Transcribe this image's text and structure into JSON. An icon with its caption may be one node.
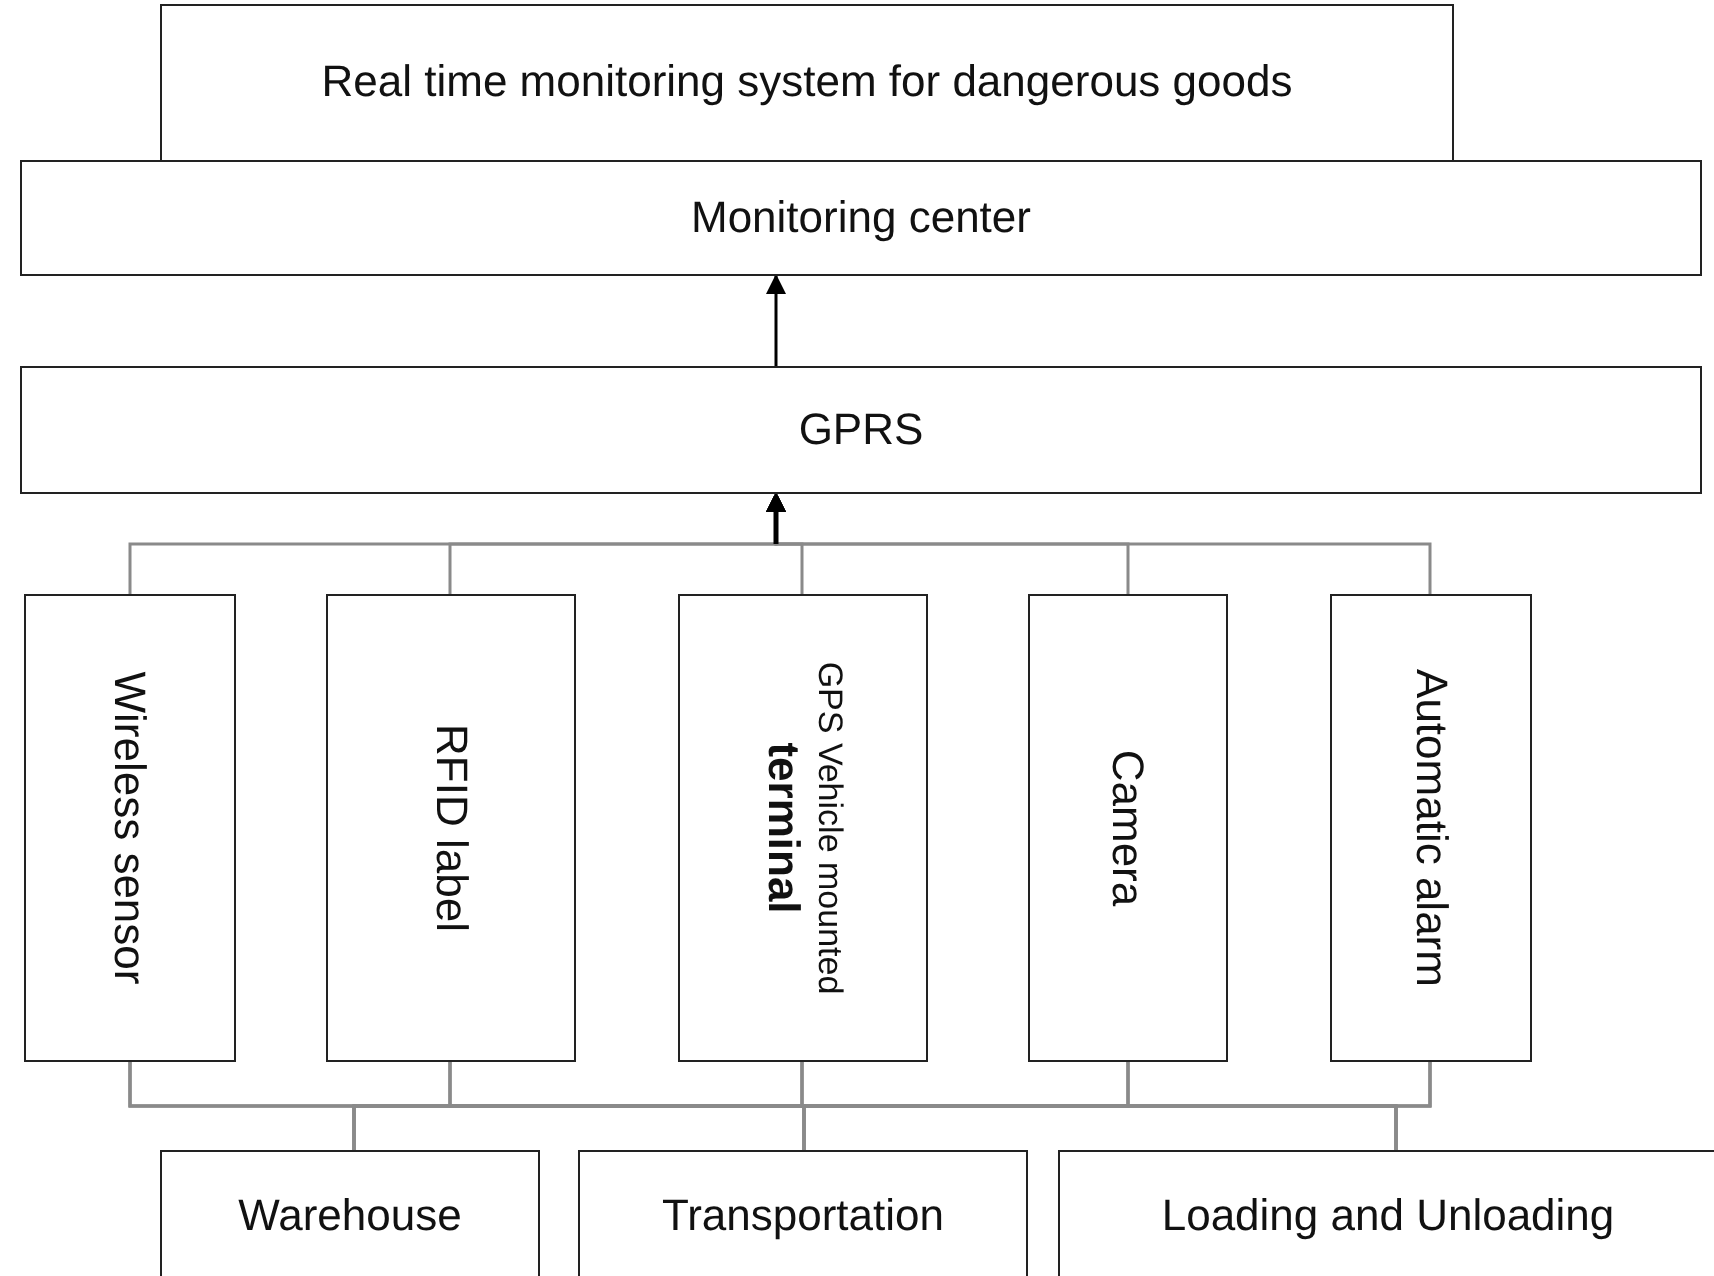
{
  "diagram": {
    "nodes": [
      {
        "text": [
          "Real time monitoring system for dangerous goods"
        ]
      },
      {
        "text": [
          "Monitoring center"
        ]
      },
      {
        "text": [
          "GPRS"
        ]
      },
      {
        "text": [
          "Wireless sensor"
        ]
      },
      {
        "text": [
          "RFID label"
        ]
      },
      {
        "text": [
          "GPS Vehicle mounted **terminal**"
        ]
      },
      {
        "text": [
          "Camera"
        ]
      },
      {
        "text": [
          "Automatic alarm"
        ]
      },
      {
        "text": [
          "Warehouse"
        ]
      },
      {
        "text": [
          "Transportation"
        ]
      },
      {
        "text": [
          "Loading and Unloading"
        ]
      }
    ],
    "edges": [
      {
        "from": 2,
        "to": 1,
        "arrow": "to",
        "color": "#000000"
      },
      {
        "from": 3,
        "to": 2,
        "arrow": "to"
      },
      {
        "from": 4,
        "to": 2,
        "arrow": "to"
      },
      {
        "from": 5,
        "to": 2,
        "arrow": "to"
      },
      {
        "from": 6,
        "to": 2,
        "arrow": "to"
      },
      {
        "from": 7,
        "to": 2,
        "arrow": "to"
      },
      {
        "from": 8,
        "to": 3,
        "arrow": "none"
      },
      {
        "from": 8,
        "to": 4,
        "arrow": "none"
      },
      {
        "from": 8,
        "to": 5,
        "arrow": "none"
      },
      {
        "from": 8,
        "to": 6,
        "arrow": "none"
      },
      {
        "from": 8,
        "to": 7,
        "arrow": "none"
      },
      {
        "from": 9,
        "to": 3,
        "arrow": "none"
      },
      {
        "from": 9,
        "to": 4,
        "arrow": "none"
      },
      {
        "from": 9,
        "to": 5,
        "arrow": "none"
      },
      {
        "from": 9,
        "to": 6,
        "arrow": "none"
      },
      {
        "from": 9,
        "to": 7,
        "arrow": "none"
      },
      {
        "from": 10,
        "to": 3,
        "arrow": "none"
      },
      {
        "from": 10,
        "to": 4,
        "arrow": "none"
      },
      {
        "from": 10,
        "to": 5,
        "arrow": "none"
      },
      {
        "from": 10,
        "to": 6,
        "arrow": "none"
      },
      {
        "from": 10,
        "to": 7,
        "arrow": "none"
      }
    ]
  }
}
